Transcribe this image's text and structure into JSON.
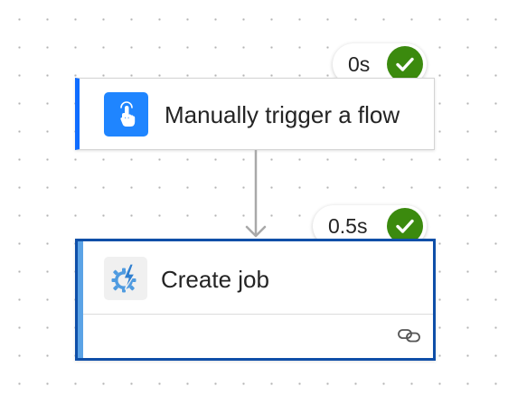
{
  "flow": {
    "trigger": {
      "title": "Manually trigger a flow",
      "duration": "0s",
      "status_icon": "check-circle-icon",
      "icon": "touch-hand-icon",
      "accent_color": "#0f6cff",
      "icon_bg_color": "#1f85ff"
    },
    "action": {
      "title": "Create job",
      "duration": "0.5s",
      "status_icon": "check-circle-icon",
      "icon": "job-gear-icon",
      "footer_icon": "link-icon",
      "border_color": "#0f4fa8",
      "accent_color": "#5ba3e6"
    },
    "success_color": "#3b8a0e"
  }
}
